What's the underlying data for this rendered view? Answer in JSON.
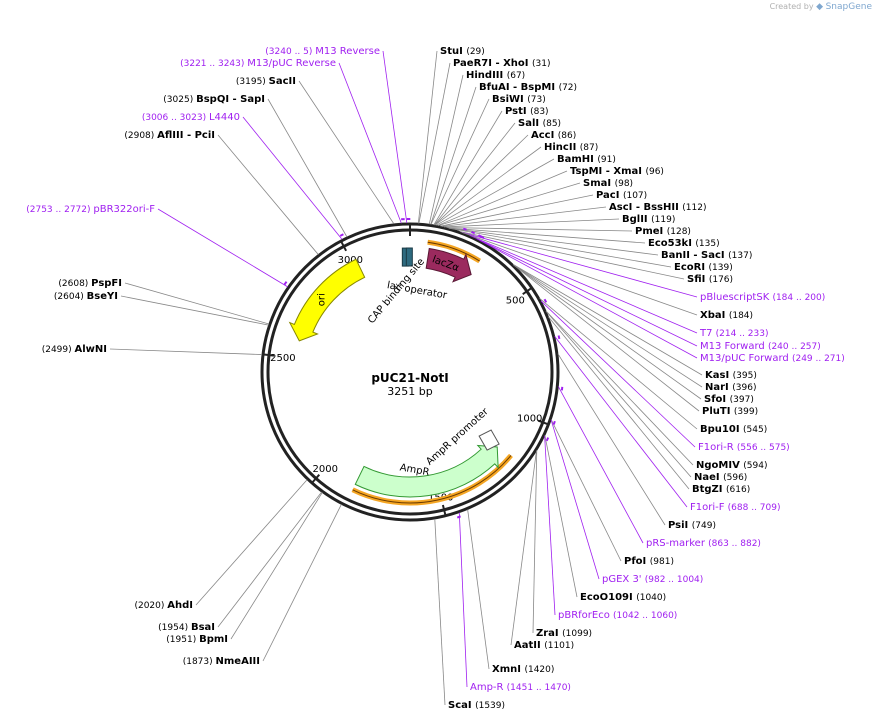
{
  "watermark": {
    "prefix": "Created by",
    "brand": "SnapGene"
  },
  "plasmid": {
    "name": "pUC21-NotI",
    "length_label": "3251 bp",
    "length": 3251
  },
  "colors": {
    "promoter": "#a020f0",
    "lacZ": "#9b2a5e",
    "ori": "#ffff00",
    "ampR": "#ccffcc",
    "orange": "#f5a623",
    "dark": "#333333"
  },
  "ticks": [
    "500",
    "1000",
    "1500",
    "2000",
    "2500",
    "3000"
  ],
  "features": [
    {
      "name": "lacZα",
      "kind": "arrow"
    },
    {
      "name": "lac operator",
      "kind": "label"
    },
    {
      "name": "CAP binding site",
      "kind": "label"
    },
    {
      "name": "ori",
      "kind": "arrow"
    },
    {
      "name": "AmpR",
      "kind": "arrow"
    },
    {
      "name": "AmpR promoter",
      "kind": "label"
    }
  ],
  "right_labels": [
    {
      "name": "StuI",
      "pos": "(29)",
      "type": "enzyme"
    },
    {
      "name": "PaeR7I - XhoI",
      "pos": "(31)",
      "type": "enzyme"
    },
    {
      "name": "HindIII",
      "pos": "(67)",
      "type": "enzyme"
    },
    {
      "name": "BfuAI - BspMI",
      "pos": "(72)",
      "type": "enzyme"
    },
    {
      "name": "BsiWI",
      "pos": "(73)",
      "type": "enzyme"
    },
    {
      "name": "PstI",
      "pos": "(83)",
      "type": "enzyme"
    },
    {
      "name": "SalI",
      "pos": "(85)",
      "type": "enzyme"
    },
    {
      "name": "AccI",
      "pos": "(86)",
      "type": "enzyme"
    },
    {
      "name": "HincII",
      "pos": "(87)",
      "type": "enzyme"
    },
    {
      "name": "BamHI",
      "pos": "(91)",
      "type": "enzyme"
    },
    {
      "name": "TspMI - XmaI",
      "pos": "(96)",
      "type": "enzyme"
    },
    {
      "name": "SmaI",
      "pos": "(98)",
      "type": "enzyme"
    },
    {
      "name": "PacI",
      "pos": "(107)",
      "type": "enzyme"
    },
    {
      "name": "AscI - BssHII",
      "pos": "(112)",
      "type": "enzyme"
    },
    {
      "name": "BglII",
      "pos": "(119)",
      "type": "enzyme"
    },
    {
      "name": "PmeI",
      "pos": "(128)",
      "type": "enzyme"
    },
    {
      "name": "Eco53kI",
      "pos": "(135)",
      "type": "enzyme"
    },
    {
      "name": "BanII - SacI",
      "pos": "(137)",
      "type": "enzyme"
    },
    {
      "name": "EcoRI",
      "pos": "(139)",
      "type": "enzyme"
    },
    {
      "name": "SfiI",
      "pos": "(176)",
      "type": "enzyme"
    },
    {
      "name": "pBluescriptSK",
      "pos": "(184 .. 200)",
      "type": "primer"
    },
    {
      "name": "XbaI",
      "pos": "(184)",
      "type": "enzyme"
    },
    {
      "name": "T7",
      "pos": "(214 .. 233)",
      "type": "primer"
    },
    {
      "name": "M13 Forward",
      "pos": "(240 .. 257)",
      "type": "primer"
    },
    {
      "name": "M13/pUC Forward",
      "pos": "(249 .. 271)",
      "type": "primer"
    },
    {
      "name": "KasI",
      "pos": "(395)",
      "type": "enzyme"
    },
    {
      "name": "NarI",
      "pos": "(396)",
      "type": "enzyme"
    },
    {
      "name": "SfoI",
      "pos": "(397)",
      "type": "enzyme"
    },
    {
      "name": "PluTI",
      "pos": "(399)",
      "type": "enzyme"
    },
    {
      "name": "Bpu10I",
      "pos": "(545)",
      "type": "enzyme"
    },
    {
      "name": "F1ori-R",
      "pos": "(556 .. 575)",
      "type": "primer"
    },
    {
      "name": "NgoMIV",
      "pos": "(594)",
      "type": "enzyme"
    },
    {
      "name": "NaeI",
      "pos": "(596)",
      "type": "enzyme"
    },
    {
      "name": "BtgZI",
      "pos": "(616)",
      "type": "enzyme"
    },
    {
      "name": "F1ori-F",
      "pos": "(688 .. 709)",
      "type": "primer"
    },
    {
      "name": "PsiI",
      "pos": "(749)",
      "type": "enzyme"
    },
    {
      "name": "pRS-marker",
      "pos": "(863 .. 882)",
      "type": "primer"
    },
    {
      "name": "PfoI",
      "pos": "(981)",
      "type": "enzyme"
    },
    {
      "name": "pGEX 3'",
      "pos": "(982 .. 1004)",
      "type": "primer"
    },
    {
      "name": "EcoO109I",
      "pos": "(1040)",
      "type": "enzyme"
    },
    {
      "name": "pBRforEco",
      "pos": "(1042 .. 1060)",
      "type": "primer"
    },
    {
      "name": "ZraI",
      "pos": "(1099)",
      "type": "enzyme"
    },
    {
      "name": "AatII",
      "pos": "(1101)",
      "type": "enzyme"
    },
    {
      "name": "XmnI",
      "pos": "(1420)",
      "type": "enzyme"
    },
    {
      "name": "Amp-R",
      "pos": "(1451 .. 1470)",
      "type": "primer"
    },
    {
      "name": "ScaI",
      "pos": "(1539)",
      "type": "enzyme"
    }
  ],
  "left_labels": [
    {
      "name": "M13 Reverse",
      "pos": "(3240 .. 5)",
      "type": "primer"
    },
    {
      "name": "M13/pUC Reverse",
      "pos": "(3221 .. 3243)",
      "type": "primer"
    },
    {
      "name": "SacII",
      "pos": "(3195)",
      "type": "enzyme"
    },
    {
      "name": "BspQI - SapI",
      "pos": "(3025)",
      "type": "enzyme"
    },
    {
      "name": "L4440",
      "pos": "(3006 .. 3023)",
      "type": "primer"
    },
    {
      "name": "AflIII - PciI",
      "pos": "(2908)",
      "type": "enzyme"
    },
    {
      "name": "pBR322ori-F",
      "pos": "(2753 .. 2772)",
      "type": "primer"
    },
    {
      "name": "PspFI",
      "pos": "(2608)",
      "type": "enzyme"
    },
    {
      "name": "BseYI",
      "pos": "(2604)",
      "type": "enzyme"
    },
    {
      "name": "AlwNI",
      "pos": "(2499)",
      "type": "enzyme"
    },
    {
      "name": "AhdI",
      "pos": "(2020)",
      "type": "enzyme"
    },
    {
      "name": "BsaI",
      "pos": "(1954)",
      "type": "enzyme"
    },
    {
      "name": "BpmI",
      "pos": "(1951)",
      "type": "enzyme"
    },
    {
      "name": "NmeAIII",
      "pos": "(1873)",
      "type": "enzyme"
    }
  ]
}
